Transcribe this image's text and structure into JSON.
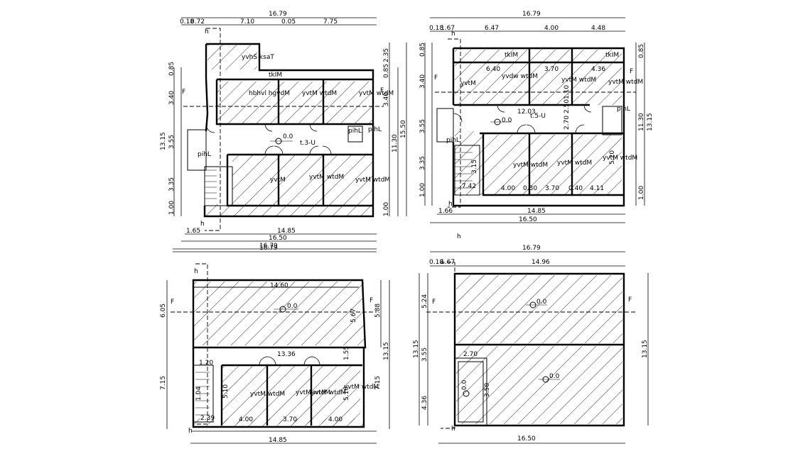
{
  "plan_top_left": {
    "dims_top": [
      "16.79",
      "0.18",
      "0.72",
      "7.10",
      "0.05",
      "7.75"
    ],
    "dims_left": [
      "0.85",
      "3.40",
      "13.15",
      "3.55",
      "3.35",
      "1.00"
    ],
    "dims_right": [
      "2.35",
      "0.85",
      "3.40",
      "11.30",
      "15.50",
      "1.00"
    ],
    "dims_bottom": [
      "1.65",
      "14.85",
      "16.50",
      "16.79"
    ],
    "rooms": [
      "yvhS ksaT",
      "tkIM",
      "hbhvl hgvdM",
      "yvtM wtdM",
      "yvtM wtdM",
      "yvtM",
      "yvtM wtdM",
      "yvtM wtdM"
    ],
    "tags": [
      "pihL",
      "pihL",
      "pihL",
      "t.3-U",
      "0.0"
    ],
    "section_labels": [
      "h",
      "h",
      "F",
      "F"
    ]
  },
  "plan_top_right": {
    "dims_top": [
      "16.79",
      "0.18",
      "1.67",
      "6.47",
      "4.00",
      "4.48"
    ],
    "inner_dims": [
      "6.40",
      "3.70",
      "4.36",
      "12.03",
      "2.70",
      "2.50",
      "1.10",
      "4.00",
      "0.30",
      "3.70",
      "0.40",
      "4.11",
      "7.42",
      "5.20",
      "3.15"
    ],
    "dims_left": [
      "0.85",
      "3.40",
      "3.55",
      "3.35",
      "1.00"
    ],
    "dims_right": [
      "0.85",
      "11.30",
      "13.15",
      "1.00"
    ],
    "dims_bottom": [
      "1.66",
      "14.85",
      "16.50"
    ],
    "rooms": [
      "tkIM",
      "tkIM",
      "yvdw wtdM",
      "yvtM",
      "yvtM wtdM",
      "yvtM wtdM",
      "yvtM wtdM",
      "yvtM wtdM",
      "yvtM wtdM"
    ],
    "tags": [
      "pihL",
      "pihL",
      "0.0",
      "t.5-U"
    ],
    "section_labels": [
      "h",
      "h",
      "F",
      "F"
    ]
  },
  "plan_bottom_left": {
    "dims_top": [
      "16.79"
    ],
    "inner_dims": [
      "14.60",
      "13.36",
      "1.20",
      "4.00",
      "3.70",
      "4.00",
      "2.39",
      "5.67",
      "1.55",
      "5.10",
      "5.10",
      "1.04"
    ],
    "dims_left": [
      "6.05",
      "7.15"
    ],
    "dims_right": [
      "5.88",
      "13.15",
      "7.15"
    ],
    "dims_bottom": [
      "14.85"
    ],
    "rooms": [
      "yvtM wtdM",
      "yvtM wtdM",
      "yvtM wtdM",
      "yvtM wtdM"
    ],
    "tags": [
      "0.0"
    ],
    "section_labels": [
      "h",
      "h",
      "F",
      "F"
    ]
  },
  "plan_bottom_right": {
    "dims_top": [
      "16.79",
      "0.18",
      "1.67",
      "14.96"
    ],
    "inner_dims": [
      "2.70",
      "3.50"
    ],
    "dims_left": [
      "5.24",
      "3.55",
      "13.15",
      "4.36"
    ],
    "dims_right": [
      "13.15"
    ],
    "dims_bottom": [
      "16.50"
    ],
    "tags": [
      "0.0",
      "0.0",
      "0.0"
    ],
    "section_labels": [
      "h",
      "h",
      "F",
      "F"
    ]
  }
}
